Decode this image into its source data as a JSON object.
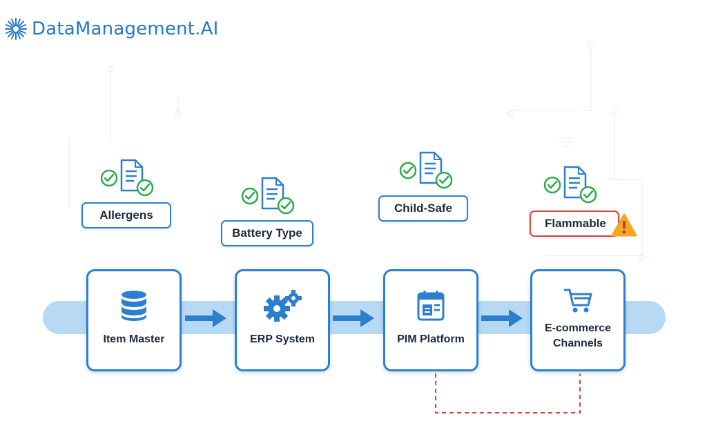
{
  "brand": {
    "name": "DataManagement.AI"
  },
  "nodes": [
    {
      "label": "Item Master",
      "icon": "database-icon"
    },
    {
      "label": "ERP System",
      "icon": "gears-icon"
    },
    {
      "label": "PIM Platform",
      "icon": "calendar-document-icon"
    },
    {
      "label": "E-commerce\nChannels",
      "icon": "shopping-cart-icon"
    }
  ],
  "attributes": [
    {
      "label": "Allergens",
      "status": "ok"
    },
    {
      "label": "Battery Type",
      "status": "ok"
    },
    {
      "label": "Child-Safe",
      "status": "ok"
    },
    {
      "label": "Flammable",
      "status": "warning"
    }
  ],
  "colors": {
    "primary": "#2c7fcf",
    "pipe": "#b7d9f3",
    "check": "#2faa4a",
    "warning_border": "#e0413b",
    "warning_icon": "#f5a623",
    "dashed_link": "#e0413b"
  }
}
